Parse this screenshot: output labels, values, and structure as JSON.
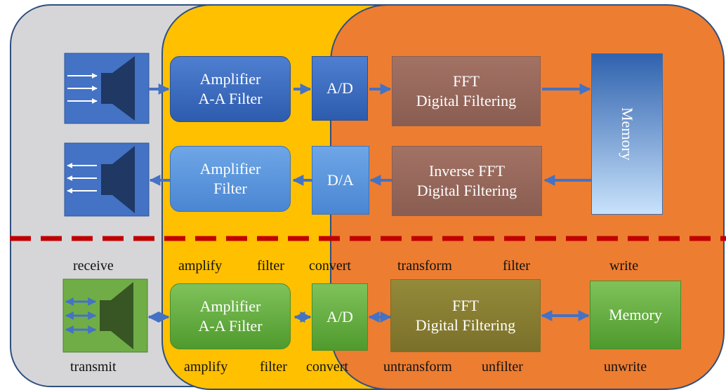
{
  "colors": {
    "receive_region": "#d6d6d8",
    "amplify_region": "#ffc000",
    "process_region": "#ed7d31",
    "divider": "#c00000",
    "arrow": "#4472c4"
  },
  "top": {
    "speaker_in_icon": "speaker-receive-icon",
    "speaker_out_icon": "speaker-transmit-icon",
    "amp1": {
      "line1": "Amplifier",
      "line2": "A-A Filter"
    },
    "ad": "A/D",
    "fft": {
      "line1": "FFT",
      "line2": "Digital Filtering"
    },
    "memory": "Memory",
    "amp2": {
      "line1": "Amplifier",
      "line2": "Filter"
    },
    "da": "D/A",
    "ifft": {
      "line1": "Inverse FFT",
      "line2": "Digital Filtering"
    }
  },
  "bottom": {
    "labels_top": {
      "receive": "receive",
      "amplify": "amplify",
      "filter": "filter",
      "convert": "convert",
      "transform": "transform",
      "filter2": "filter",
      "write": "write"
    },
    "amp": {
      "line1": "Amplifier",
      "line2": "A-A Filter"
    },
    "ad": "A/D",
    "fft": {
      "line1": "FFT",
      "line2": "Digital Filtering"
    },
    "memory": "Memory",
    "labels_bottom": {
      "transmit": "transmit",
      "amplify": "amplify",
      "filter": "filter",
      "convert": "convert",
      "untransform": "untransform",
      "unfilter": "unfilter",
      "unwrite": "unwrite"
    }
  }
}
